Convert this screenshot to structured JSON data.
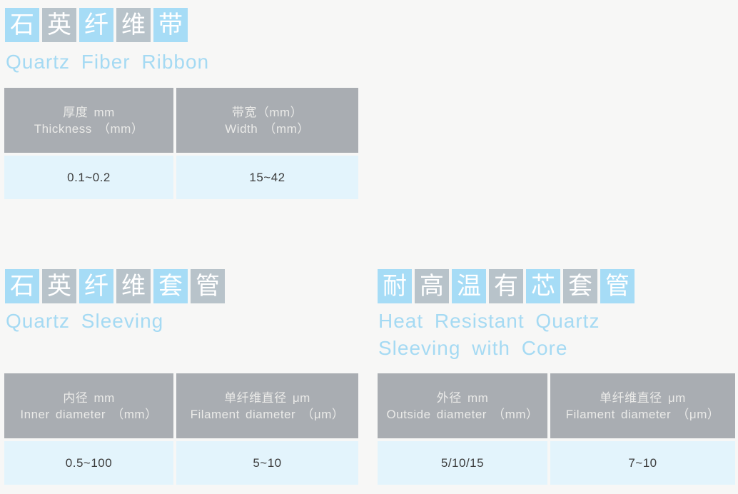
{
  "colors": {
    "page_bg": "#f7f7f6",
    "tile_blue": "#a6dcf6",
    "tile_gray": "#b8c3ca",
    "tile_char": "#ffffff",
    "subtitle_text": "#a5daf3",
    "table_header_bg": "#a9adb2",
    "table_header_text": "#eaeae8",
    "table_row_bg": "#e3f4fc",
    "table_row_text": "#3c3c3c"
  },
  "sections": [
    {
      "name": "Quartz Fiber Ribbon",
      "title_zh": "石英纤维带",
      "tiles": [
        {
          "char": "石",
          "tone": "blue"
        },
        {
          "char": "英",
          "tone": "gray"
        },
        {
          "char": "纤",
          "tone": "blue"
        },
        {
          "char": "维",
          "tone": "gray"
        },
        {
          "char": "带",
          "tone": "blue"
        }
      ],
      "subtitle_lines": [
        "Quartz Fiber Ribbon"
      ],
      "table": {
        "columns": [
          {
            "label_zh": "厚度 mm",
            "label_en": "Thickness （mm）"
          },
          {
            "label_zh": "带宽（mm）",
            "label_en": "Width （mm）"
          }
        ],
        "values": [
          "0.1~0.2",
          "15~42"
        ]
      }
    },
    {
      "name": "Quartz Sleeving",
      "title_zh": "石英纤维套管",
      "tiles": [
        {
          "char": "石",
          "tone": "blue"
        },
        {
          "char": "英",
          "tone": "gray"
        },
        {
          "char": "纤",
          "tone": "blue"
        },
        {
          "char": "维",
          "tone": "gray"
        },
        {
          "char": "套",
          "tone": "blue"
        },
        {
          "char": "管",
          "tone": "gray"
        }
      ],
      "subtitle_lines": [
        "Quartz Sleeving"
      ],
      "table": {
        "columns": [
          {
            "label_zh": "内径 mm",
            "label_en": "Inner diameter （mm）"
          },
          {
            "label_zh": "单纤维直径 μm",
            "label_en": "Filament diameter （μm）"
          }
        ],
        "values": [
          "0.5~100",
          "5~10"
        ]
      }
    },
    {
      "name": "Heat Resistant Quartz Sleeving with Core",
      "title_zh": "耐高温有芯套管",
      "tiles": [
        {
          "char": "耐",
          "tone": "blue"
        },
        {
          "char": "高",
          "tone": "gray"
        },
        {
          "char": "温",
          "tone": "blue"
        },
        {
          "char": "有",
          "tone": "gray"
        },
        {
          "char": "芯",
          "tone": "blue"
        },
        {
          "char": "套",
          "tone": "gray"
        },
        {
          "char": "管",
          "tone": "blue"
        }
      ],
      "subtitle_lines": [
        "Heat Resistant Quartz",
        "Sleeving with Core"
      ],
      "table": {
        "columns": [
          {
            "label_zh": "外径 mm",
            "label_en": "Outside diameter （mm）"
          },
          {
            "label_zh": "单纤维直径 μm",
            "label_en": "Filament diameter （μm）"
          }
        ],
        "values": [
          "5/10/15",
          "7~10"
        ]
      }
    }
  ]
}
